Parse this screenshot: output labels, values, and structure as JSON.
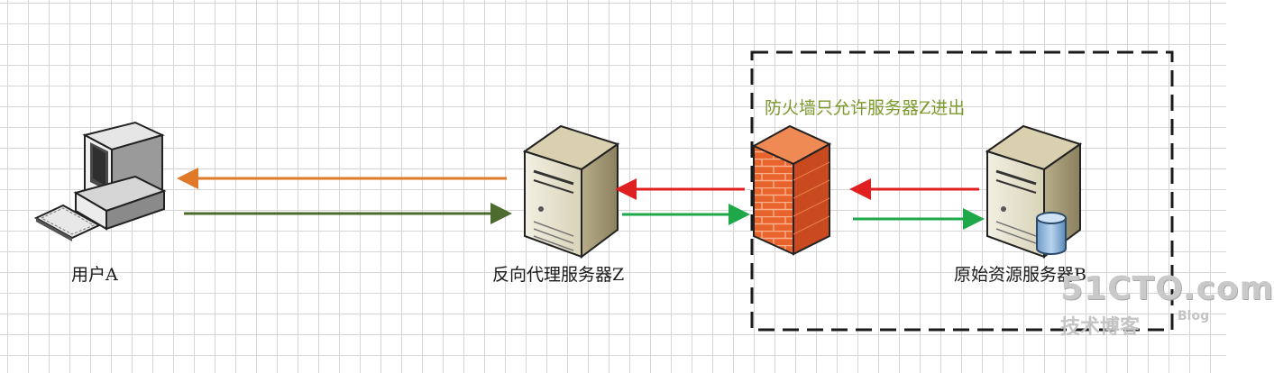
{
  "nodes": {
    "client": "用户A",
    "proxy": "反向代理服务器Z",
    "origin": "原始资源服务器B"
  },
  "firewall_rule": "防火墙只允许服务器Z进出",
  "watermark": {
    "brand": "51CTO.com",
    "sub": "技术博客",
    "blog": "Blog"
  },
  "colors": {
    "response_to_client": "#e07a28",
    "request_from_client": "#4d6b2e",
    "response_arrow": "#e02020",
    "request_arrow": "#1fa84a",
    "firewall": "#e8642c",
    "boundary": "#1a1a1a",
    "rule_text": "#7a9a2a"
  }
}
